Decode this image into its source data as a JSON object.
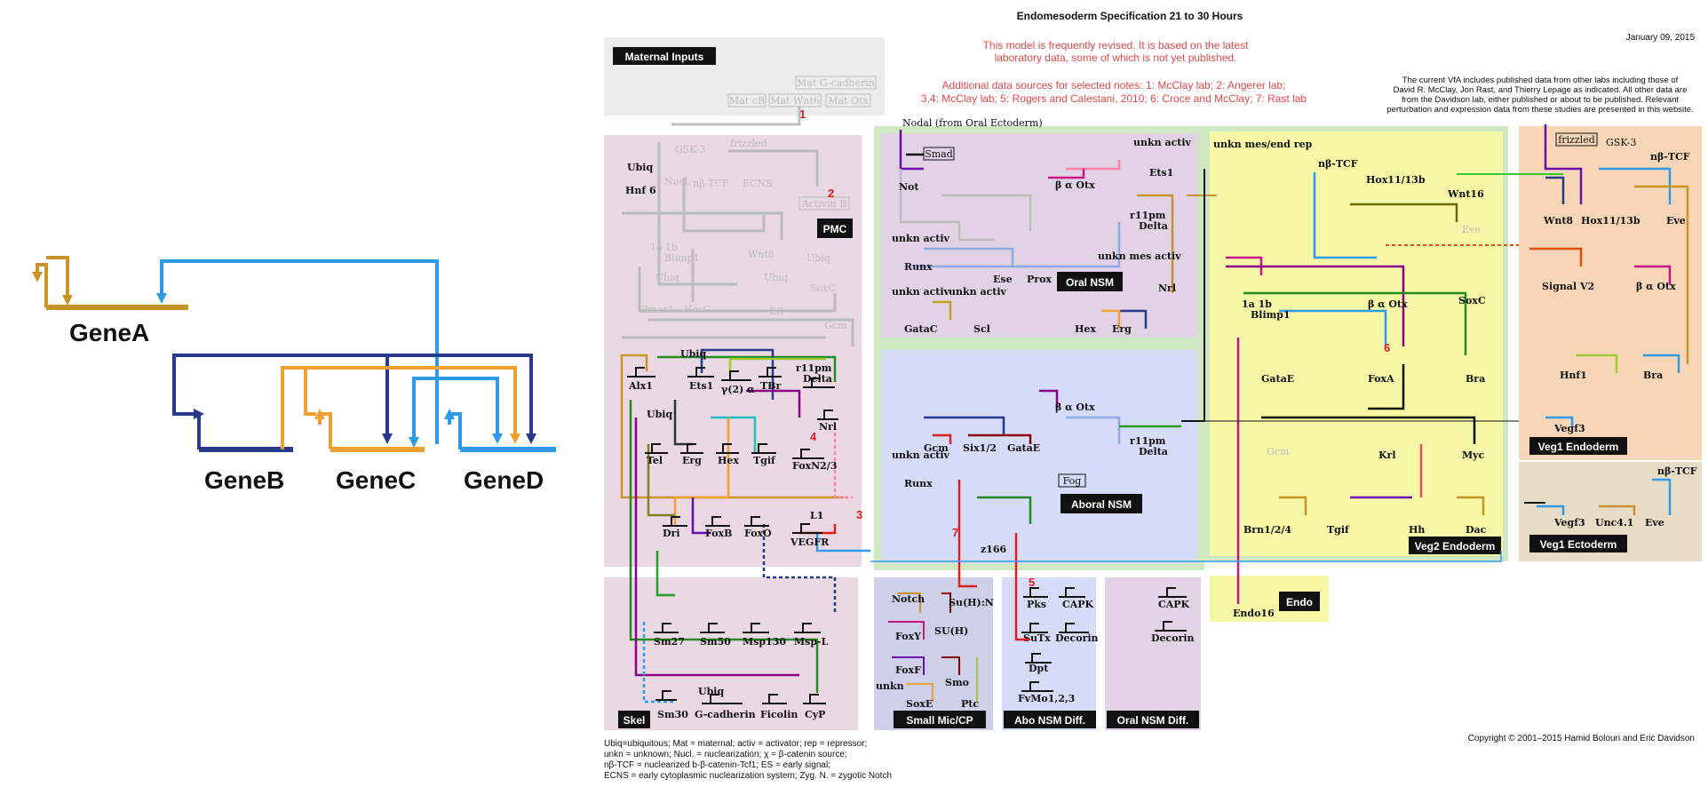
{
  "left_example": {
    "genes": [
      "GeneA",
      "GeneB",
      "GeneC",
      "GeneD"
    ],
    "colors": {
      "geneA": "#c8942a",
      "geneB": "#283a8c",
      "geneC": "#f0a030",
      "geneD": "#2f9be8"
    }
  },
  "header": {
    "title": "Endomesoderm Specification 21 to 30 Hours",
    "date": "January 09, 2015",
    "notice_line1": "This model is frequently revised. It is based on the latest",
    "notice_line2": "laboratory data, some of which is not yet published.",
    "sources_line1": "Additional data sources for selected notes: 1: McClay lab; 2: Angerer lab;",
    "sources_line2": "3,4: McClay lab; 5: Rogers and Calestani, 2010; 6: Croce and McClay; 7: Rast lab",
    "vfa_line1": "The current VfA includes published data from other labs including those of",
    "vfa_line2": "David R. McClay, Jon Rast, and Thierry Lepage as indicated.  All other data are",
    "vfa_line3": "from the Davidson lab, either published or about to be published. Relevant",
    "vfa_line4": "perturbation and expression data from these studies are presented in this website."
  },
  "regions": {
    "maternal": "Maternal Inputs",
    "pmc": "PMC",
    "skel": "Skel",
    "small_mic": "Small Mic/CP",
    "abo_diff": "Abo NSM Diff.",
    "oral_diff": "Oral NSM Diff.",
    "oral_nsm": "Oral NSM",
    "aboral_nsm": "Aboral NSM",
    "veg2_endo": "Veg2 Endoderm",
    "endo": "Endo",
    "veg1_endo": "Veg1 Endoderm",
    "veg1_ecto": "Veg1 Ectoderm"
  },
  "maternal_genes": [
    "Mat G-cadherin",
    "Mat cB",
    "Mat Wnt6",
    "Mat Otx"
  ],
  "inputs": {
    "nodal": "Nodal (from Oral Ectoderm)",
    "smad": "Smad",
    "frizzled": "frizzled",
    "gsk3": "GSK-3",
    "nbtcf": "nβ-TCF",
    "activin": "Activin B",
    "unkn_mes": "unkn mes/end rep",
    "fog": "Fog"
  },
  "notes": [
    "1",
    "2",
    "3",
    "4",
    "5",
    "6",
    "7"
  ],
  "pmc_genes": {
    "ubiq": "Ubiq",
    "hnf6": "Hnf 6",
    "alx1": "Alx1",
    "ets1": "Ets1",
    "y2a": "γ(2) α",
    "tbr": "TBr",
    "r11pm": "r11pm",
    "delta": "Delta",
    "nrl": "Nrl",
    "tel": "Tel",
    "erg": "Erg",
    "hex": "Hex",
    "tgif": "Tgif",
    "foxn": "FoxN2/3",
    "dri": "Dri",
    "foxb": "FoxB",
    "foxo": "FoxO",
    "l1": "L1",
    "vegfr": "VEGFR"
  },
  "skel_genes": [
    "Sm27",
    "Sm50",
    "Msp130",
    "Msp-L",
    "Sm30",
    "G-cadherin",
    "Ficolin",
    "CyP"
  ],
  "small_mic_genes": [
    "Notch",
    "Su(H):N",
    "SU(H)",
    "FoxY",
    "FoxF",
    "unkn",
    "Smo",
    "SoxE",
    "Ptc"
  ],
  "abo_diff_genes": [
    "Pks",
    "CAPK",
    "SuTx",
    "Decorin",
    "Dpt",
    "FvMo1,2,3"
  ],
  "oral_diff_genes": [
    "CAPK",
    "Decorin"
  ],
  "oral_nsm_genes": [
    "Not",
    "β α Otx",
    "Ets1",
    "r11pm",
    "Delta",
    "Runx",
    "Ese",
    "Prox",
    "GataC",
    "Scl",
    "Hex",
    "Erg",
    "Nrl",
    "unkn activ",
    "unkn mes activ"
  ],
  "aboral_nsm_genes": [
    "Gcm",
    "Six1/2",
    "GataE",
    "β α Otx",
    "r11pm",
    "Delta",
    "Runx",
    "z166",
    "unkn activ"
  ],
  "endo_genes": [
    "Hox11/13b",
    "Wnt16",
    "Eve",
    "1a 1b",
    "Blimp1",
    "β α Otx",
    "SoxC",
    "GataE",
    "FoxA",
    "Bra",
    "Krl",
    "Myc",
    "Brn1/2/4",
    "Tgif",
    "Hh",
    "Dac",
    "Endo16",
    "Gcm"
  ],
  "veg1_genes": [
    "Wnt8",
    "Hox11/13b",
    "Eve",
    "Signal V2",
    "β α Otx",
    "Hnf1",
    "Bra",
    "Vegf3",
    "Unc4.1",
    "Eve"
  ],
  "legend": {
    "line1": "Ubiq=ubiquitous; Mat = maternal; activ = activator; rep = repressor;",
    "line2": "unkn = unknown; Nucl. = nuclearization; χ = β-catenin source;",
    "line3": "nβ-TCF = nuclearized b-β-catenin-Tcf1; ES = early signal;",
    "line4": "ECNS = early cytoplasmic nuclearization system; Zyg. N. = zygotic Notch"
  },
  "copyright": "Copyright © 2001–2015 Hamid Bolouri and Eric Davidson"
}
